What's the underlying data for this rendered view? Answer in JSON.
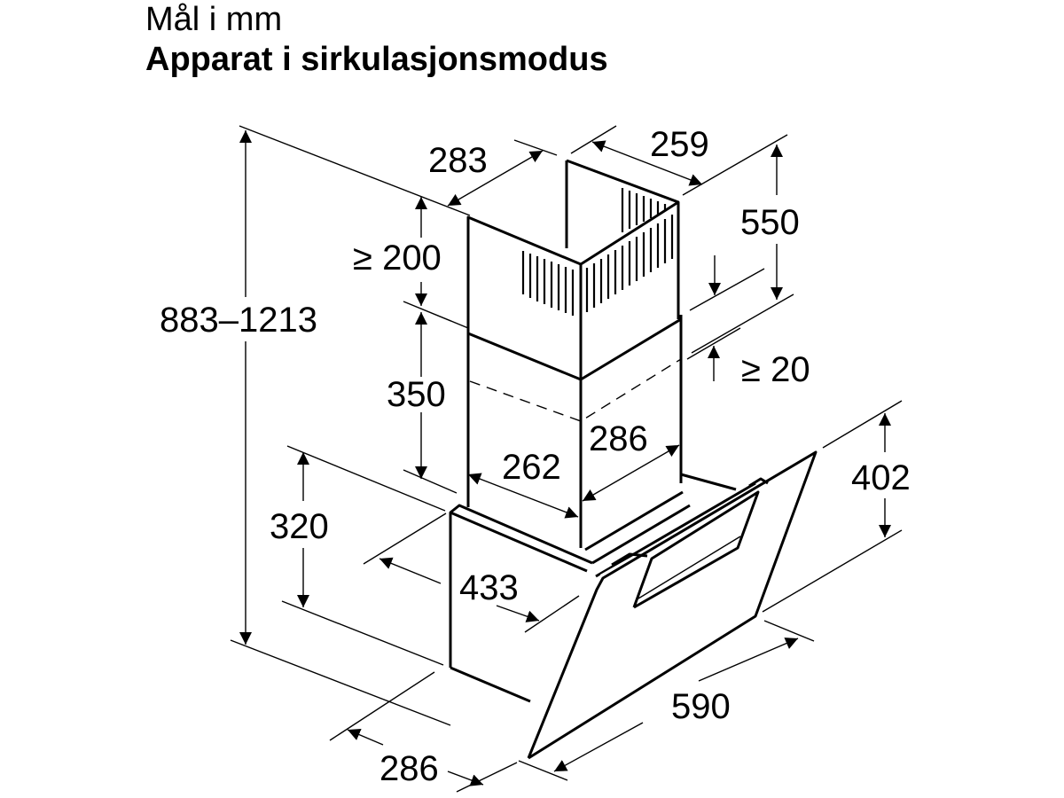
{
  "header": {
    "title": "Mål i mm",
    "subtitle": "Apparat i sirkulasjonsmodus"
  },
  "dimensions": {
    "total_height": "883–1213",
    "upper_chimney_depth": "283",
    "upper_chimney_width": "259",
    "upper_chimney_height": "550",
    "min_ceiling_gap": "≥ 200",
    "lower_chimney_height": "350",
    "min_overlap": "≥ 20",
    "lower_chimney_width": "262",
    "lower_chimney_depth": "286",
    "chimney_wall_offset": "320",
    "canopy_height": "402",
    "canopy_depth": "433",
    "canopy_width": "590",
    "bottom_depth": "286"
  },
  "icons": {
    "dimension_arrow": "arrowhead"
  }
}
